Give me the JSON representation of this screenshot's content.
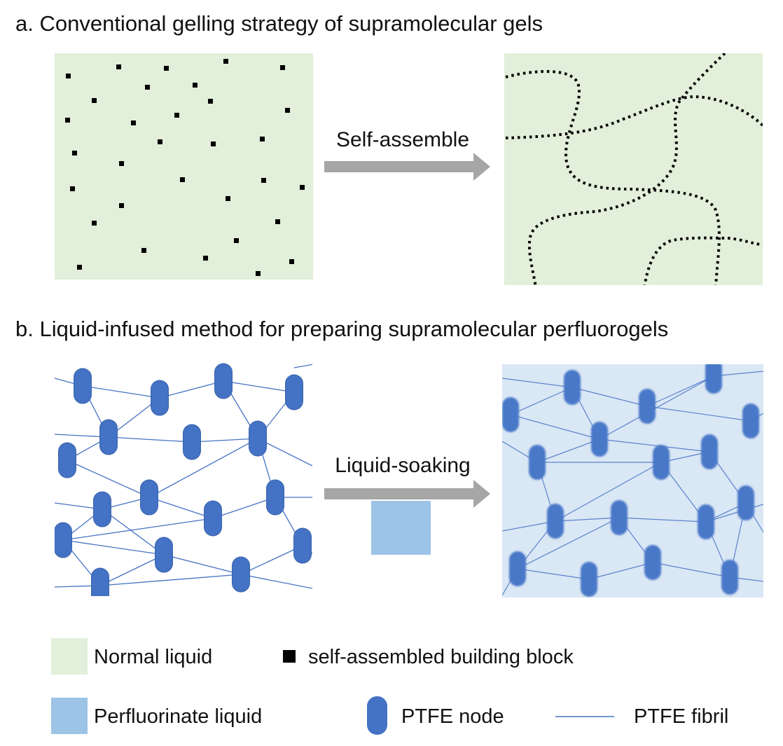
{
  "panel_a": {
    "title": "a. Conventional gelling strategy of supramolecular gels",
    "arrow_label": "Self-assemble"
  },
  "panel_b": {
    "title": "b. Liquid-infused method for preparing supramolecular perfluorogels",
    "arrow_label": "Liquid-soaking"
  },
  "legend": {
    "normal_liquid": "Normal liquid",
    "building_block": "self-assembled building block",
    "perfluorinate_liquid": "Perfluorinate liquid",
    "ptfe_node": "PTFE node",
    "ptfe_fibril": "PTFE fibril"
  },
  "colors": {
    "normal_liquid": "#e2efda",
    "perfluorinate_liquid": "#9dc3e6",
    "perfluorogel_background": "#dae7f5",
    "ptfe_node": "#4472c4",
    "ptfe_fibril": "#4472c4",
    "arrow": "#a6a6a6",
    "building_block": "#000000"
  }
}
